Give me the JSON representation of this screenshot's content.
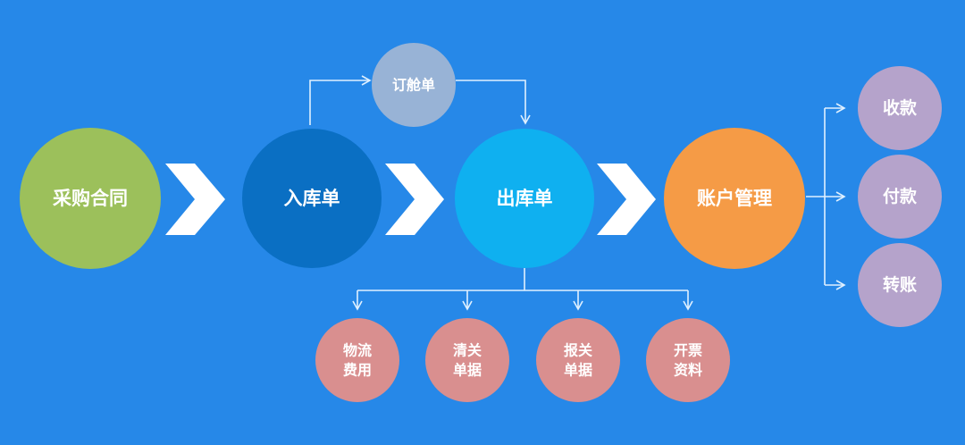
{
  "colors": {
    "background": "#2688e8",
    "contract": "#9cc05b",
    "inbound": "#0a6fc3",
    "booking": "#98b3d6",
    "outbound": "#0fb0f0",
    "account": "#f59b46",
    "account_children": "#b5a3cb",
    "outbound_children": "#d98f8f"
  },
  "main_flow": {
    "contract": "采购合同",
    "inbound": "入库单",
    "outbound": "出库单",
    "account": "账户管理"
  },
  "booking": "订舱单",
  "account_children": [
    "收款",
    "付款",
    "转账"
  ],
  "outbound_children": [
    {
      "line1": "物流",
      "line2": "费用"
    },
    {
      "line1": "清关",
      "line2": "单据"
    },
    {
      "line1": "报关",
      "line2": "单据"
    },
    {
      "line1": "开票",
      "line2": "资料"
    }
  ]
}
